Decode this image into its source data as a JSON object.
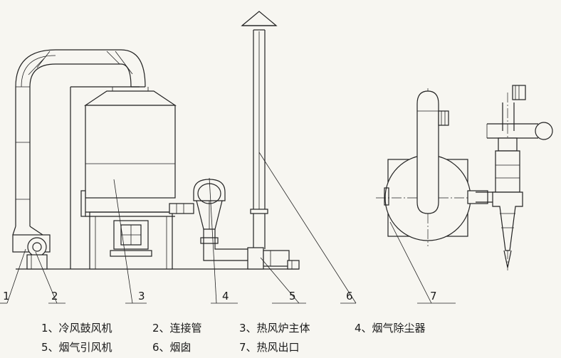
{
  "callouts": {
    "n1": "1",
    "n2": "2",
    "n3": "3",
    "n4": "4",
    "n5": "5",
    "n6": "6",
    "n7": "7"
  },
  "legend": {
    "item1": "1、冷风鼓风机",
    "item2": "2、连接管",
    "item3": "3、热风炉主体",
    "item4": "4、烟气除尘器",
    "item5": "5、烟气引风机",
    "item6": "6、烟囱",
    "item7": "7、热风出口"
  },
  "colors": {
    "background": "#f7f6f1",
    "line": "#222222"
  }
}
